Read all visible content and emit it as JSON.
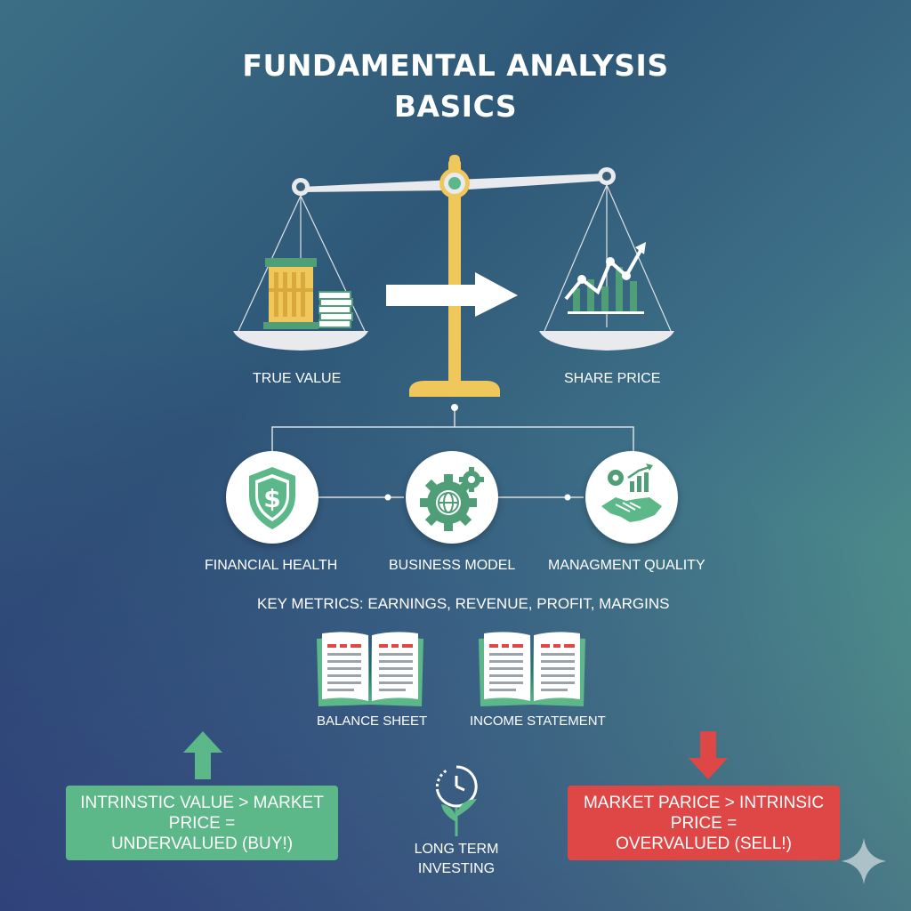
{
  "title": {
    "line1": "FUNDAMENTAL ANALYSIS",
    "line2": "BASICS"
  },
  "scale": {
    "left_label": "TRUE VALUE",
    "right_label": "SHARE PRICE",
    "left_icons": [
      "building-icon",
      "money-stack-icon"
    ],
    "right_icons": [
      "chart-growth-icon"
    ],
    "arrow_icon": "right-arrow-icon"
  },
  "factors": [
    {
      "label": "FINANCIAL HEALTH",
      "icon": "shield-dollar-icon"
    },
    {
      "label": "BUSINESS MODEL",
      "icon": "gear-globe-icon"
    },
    {
      "label": "MANAGMENT QUALITY",
      "icon": "handshake-chart-icon"
    }
  ],
  "key_metrics": "KEY METRICS: EARNINGS, REVENUE, PROFIT, MARGINS",
  "statements": [
    {
      "label": "BALANCE SHEET",
      "icon": "book-icon"
    },
    {
      "label": "INCOME STATEMENT",
      "icon": "book-icon"
    }
  ],
  "undervalued": {
    "line1": "INTRINSTIC VALUE > MARKET",
    "line2": "PRICE =",
    "line3": "UNDERVALUED (BUY!)",
    "icon": "up-arrow-icon"
  },
  "overvalued": {
    "line1": "MARKET PARICE > INTRINSIC",
    "line2": "PRICE =",
    "line3": "OVERVALUED (SELL!)",
    "icon": "down-arrow-icon"
  },
  "long_term": {
    "line1": "LONG TERM",
    "line2": "INVESTING",
    "icon": "clock-sprout-icon"
  },
  "colors": {
    "accent_yellow": "#f0c75a",
    "accent_green": "#5cb889",
    "accent_red": "#df4646",
    "icon_green": "#4f9e78"
  }
}
